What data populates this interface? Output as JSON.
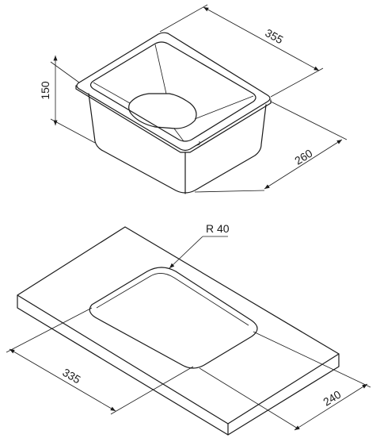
{
  "sink": {
    "width_label": "355",
    "depth_label": "260",
    "height_label": "150"
  },
  "countertop": {
    "radius_label": "R 40",
    "cutout_length_label": "335",
    "cutout_width_label": "240"
  }
}
